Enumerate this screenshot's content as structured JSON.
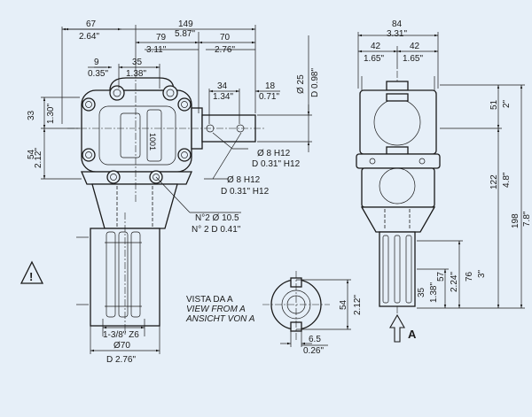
{
  "dimensions": {
    "d67": "67",
    "d67in": "2.64\"",
    "d149": "149",
    "d149in": "5.87\"",
    "d79": "79",
    "d79in": "3.11\"",
    "d70": "70",
    "d70in": "2.76\"",
    "d9": "9",
    "d9in": "0.35\"",
    "d35": "35",
    "d35in": "1.38\"",
    "d34": "34",
    "d34in": "1.34\"",
    "d18": "18",
    "d18in": "0.71\"",
    "d25": "Ø 25",
    "d25in": "D 0.98\"",
    "d33": "33",
    "d33in": "1.30\"",
    "d54": "54",
    "d54in": "2.12\"",
    "h8a": "Ø 8 H12",
    "h8ain": "D 0.31\" H12",
    "h8b": "Ø 8 H12",
    "h8bin": "D 0.31\" H12",
    "holes": "N°2 Ø 10.5",
    "holesin": "N° 2 D 0.41\"",
    "spline": "1-3/8\" Z6",
    "d70b": "Ø70",
    "d70bin": "D 2.76\"",
    "d84": "84",
    "d84in": "3.31\"",
    "d42a": "42",
    "d42ain": "1.65\"",
    "d42b": "42",
    "d42bin": "1.65\"",
    "d51": "51",
    "d51in": "2\"",
    "d122": "122",
    "d122in": "4.8\"",
    "d198": "198",
    "d198in": "7.8\"",
    "d76": "76",
    "d76in": "3\"",
    "d57": "57",
    "d57in": "2.24\"",
    "d35b": "35",
    "d35bin": "1.38\"",
    "d54b": "54",
    "d54bin": "2.12\"",
    "d65": "6.5",
    "d65in": "0.26\""
  },
  "view_label": {
    "it": "VISTA DA A",
    "en": "VIEW FROM A",
    "de": "ANSICHT VON A"
  },
  "arrow_label": "A",
  "warning_symbol": "!",
  "icons": [
    "warning-triangle-icon",
    "view-arrow-icon"
  ],
  "colors": {
    "background": "#e6eff8",
    "ink": "#1a1a1a"
  }
}
